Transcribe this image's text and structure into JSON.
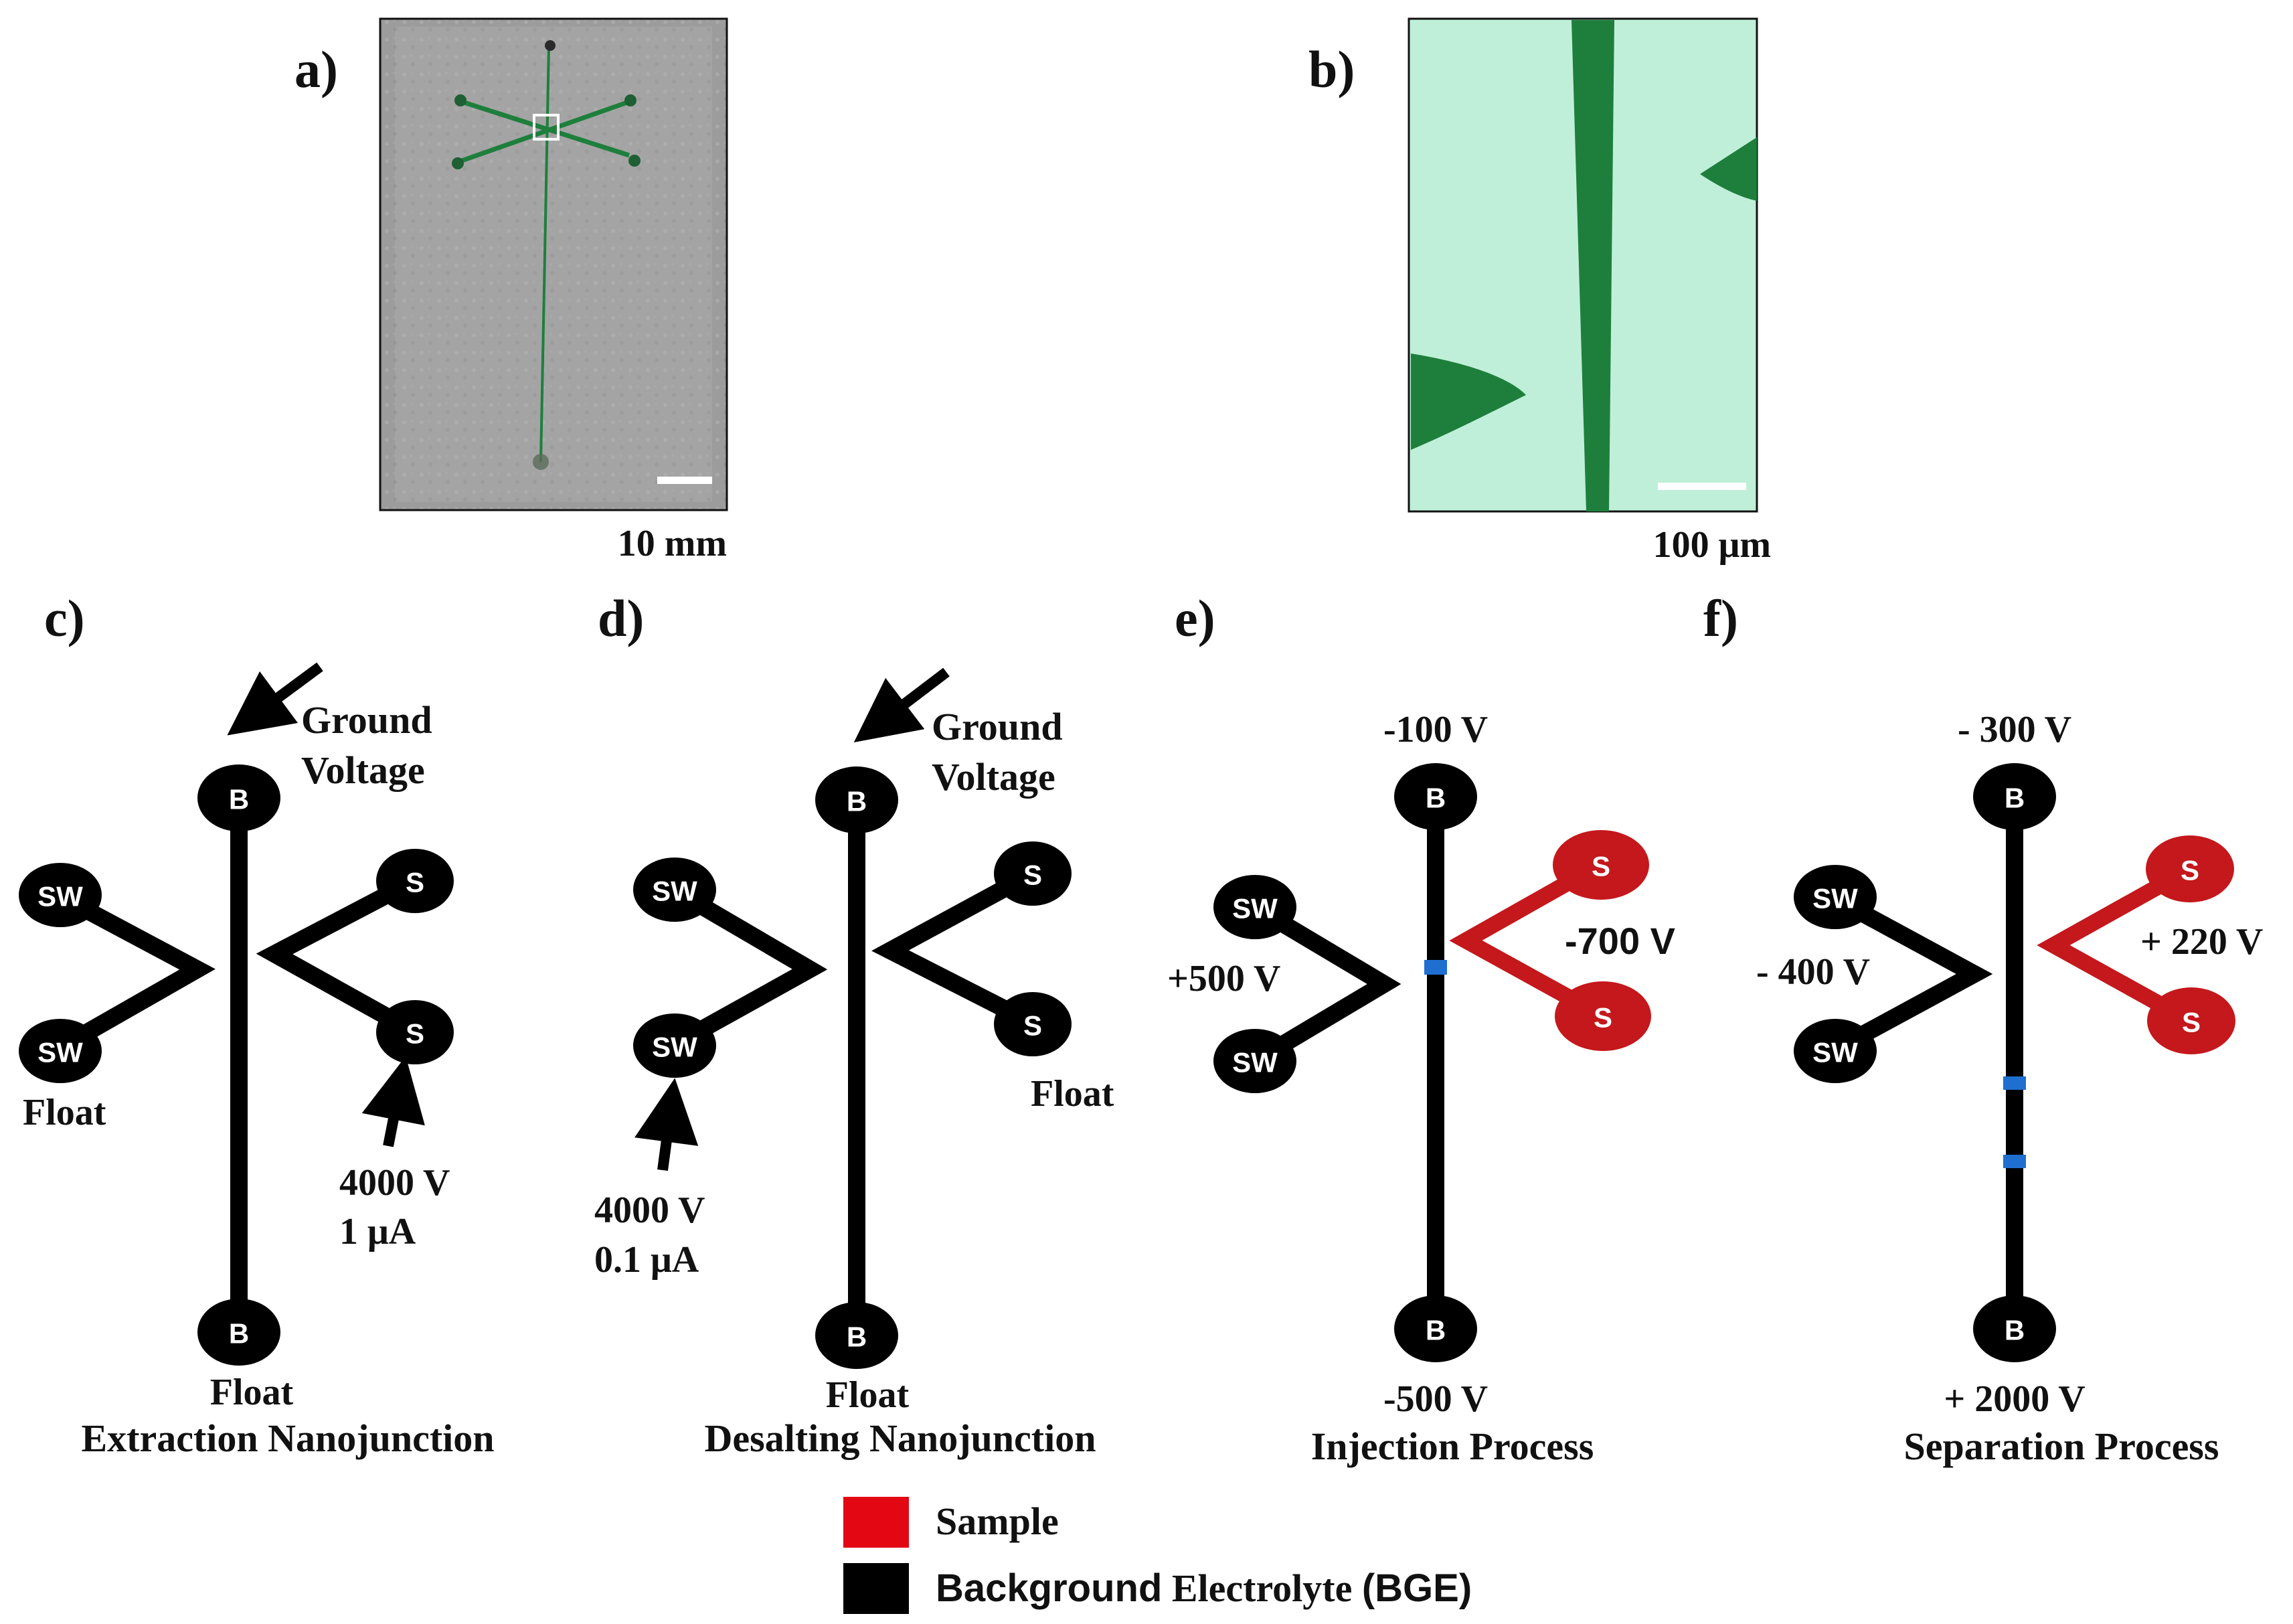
{
  "panels": {
    "a": {
      "label": "a)",
      "scale": "10 mm"
    },
    "b": {
      "label": "b)",
      "scale": "100 μm"
    },
    "c": {
      "label": "c)",
      "top_note_1": "Ground",
      "top_note_2": "Voltage",
      "left_note": "Float",
      "right_note_1": "4000 V",
      "right_note_2": "1 μA",
      "bottom_note": "Float",
      "caption": "Extraction Nanojunction"
    },
    "d": {
      "label": "d)",
      "top_note_1": "Ground",
      "top_note_2": "Voltage",
      "left_note_1": "4000 V",
      "left_note_2": "0.1 μA",
      "right_note": "Float",
      "bottom_note": "Float",
      "caption": "Desalting Nanojunction"
    },
    "e": {
      "label": "e)",
      "top_voltage": "-100 V",
      "left_voltage": "+500 V",
      "right_voltage": "-700 V",
      "bottom_voltage": "-500 V",
      "caption": "Injection Process"
    },
    "f": {
      "label": "f)",
      "top_voltage": "- 300 V",
      "left_voltage": "- 400 V",
      "right_voltage": "+ 220 V",
      "bottom_voltage": "+ 2000 V",
      "caption": "Separation Process"
    }
  },
  "node_labels": {
    "b": "B",
    "s": "S",
    "sw": "SW"
  },
  "legend": {
    "sample": "Sample",
    "bge_bold": "Background",
    "bge_serif": " Electrolyte ",
    "bge_abbr": "(BGE)"
  },
  "colors": {
    "bge": "#000000",
    "sample": "#c4181c",
    "legend_sample": "#e30613",
    "plug": "#1f6fd1",
    "photo_a_bg": "#9b9b9b",
    "photo_b_bg": "#bfefd9",
    "channel_green": "#1e7f3c"
  }
}
